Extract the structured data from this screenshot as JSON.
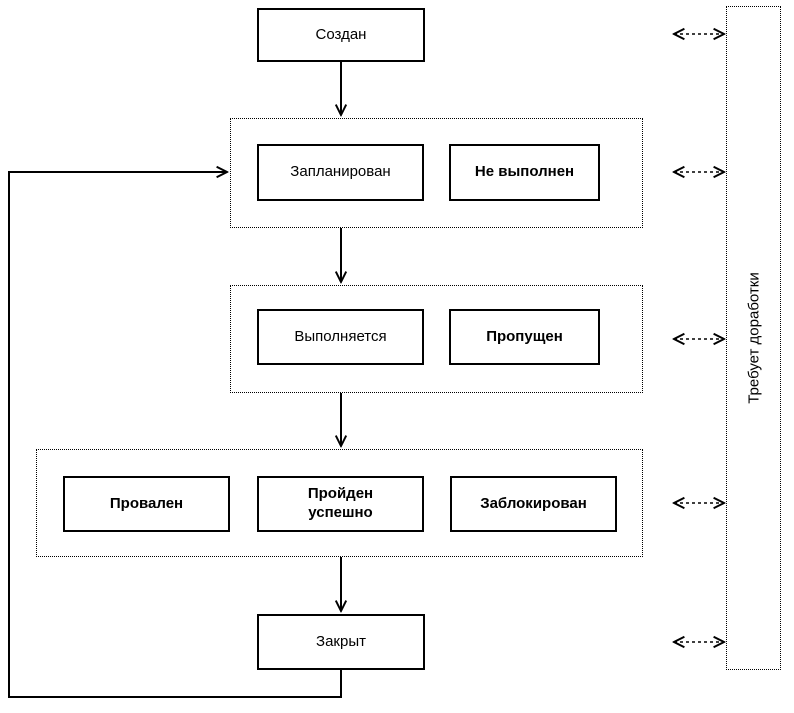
{
  "colors": {
    "ink": "#000000",
    "background": "#ffffff"
  },
  "nodes": {
    "created": "Создан",
    "planned": "Запланирован",
    "not_executed": "Не выполнен",
    "in_progress": "Выполняется",
    "skipped": "Пропущен",
    "failed": "Провален",
    "passed": "Пройден успешно",
    "blocked": "Заблокирован",
    "closed": "Закрыт"
  },
  "side_panel": {
    "label": "Требует доработки"
  }
}
